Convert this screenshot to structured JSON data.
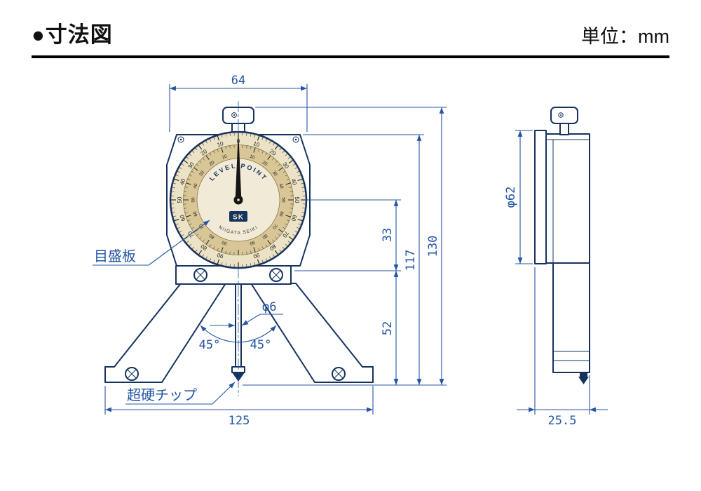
{
  "header": {
    "title": "●寸法図",
    "unit_label": "単位：mm"
  },
  "front_view": {
    "dimensions": {
      "top_width": "64",
      "overall_height": "130",
      "upper_height": "117",
      "dial_center_to_body": "33",
      "body_to_tip": "52",
      "base_width": "125",
      "pin_diameter": "φ6",
      "left_angle": "45°",
      "right_angle": "45°"
    },
    "labels": {
      "scale_plate": "目盛板",
      "carbide_tip": "超硬チップ"
    }
  },
  "side_view": {
    "dimensions": {
      "dial_diameter": "φ62",
      "body_depth": "25.5"
    }
  },
  "dial": {
    "top_text": "LEVEL POINT",
    "logo": "SK",
    "brand": "NIIGATA SEIKI",
    "zero": "0",
    "numbers": [
      "10",
      "20",
      "30",
      "40",
      "50",
      "60",
      "70",
      "80",
      "90"
    ]
  },
  "colors": {
    "line_navy": "#16335e",
    "dimension_blue": "#2455a4",
    "dial_ring_light": "#ece2c6",
    "dial_ring_tan": "#d9c697",
    "dial_center": "#f1ead6"
  }
}
